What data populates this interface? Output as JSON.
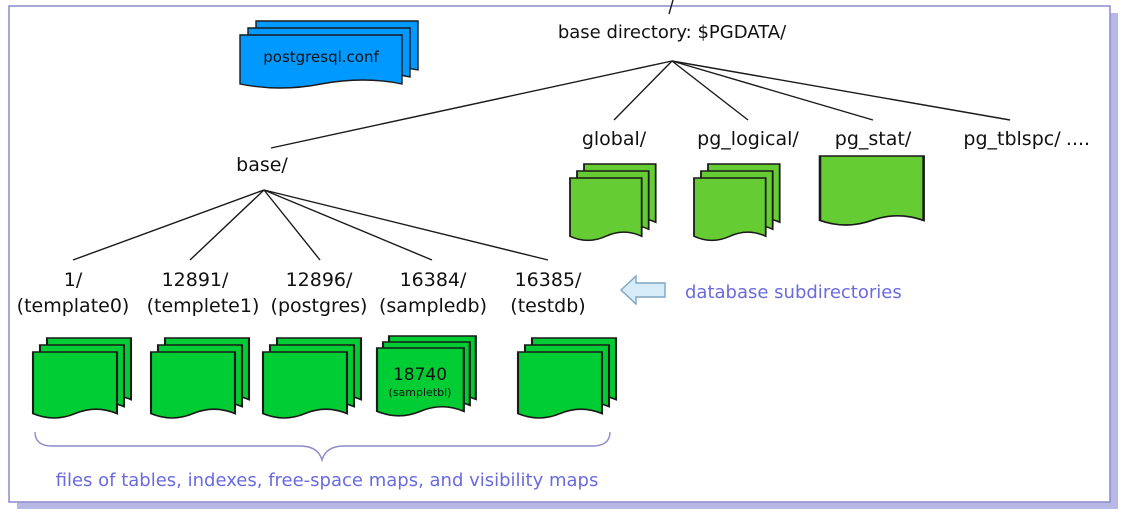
{
  "root": {
    "label": "base directory:  $PGDATA/"
  },
  "config_file": {
    "label": "postgresql.conf"
  },
  "base_dir": {
    "label": "base/"
  },
  "top_dirs": [
    {
      "label": "global/"
    },
    {
      "label": "pg_logical/"
    },
    {
      "label": "pg_stat/"
    },
    {
      "label": "pg_tblspc/"
    },
    {
      "label": "...."
    }
  ],
  "databases": [
    {
      "oid": "1/",
      "name": "(template0)"
    },
    {
      "oid": "12891/",
      "name": "(templete1)"
    },
    {
      "oid": "12896/",
      "name": "(postgres)"
    },
    {
      "oid": "16384/",
      "name": "(sampledb)"
    },
    {
      "oid": "16385/",
      "name": "(testdb)"
    }
  ],
  "table_file": {
    "oid": "18740",
    "name": "(sampletbl)"
  },
  "db_subdirs_note": "database subdirectories",
  "files_note": "files of tables, indexes, free-space maps, and visibility maps",
  "colors": {
    "frame_border": "#8c8ccc",
    "frame_shadow": "#b8b8e6",
    "green_file": "#00cc33",
    "light_green_file": "#66cc33",
    "blue_file": "#0099ff",
    "note_text": "#6a6ae0",
    "arrow_fill": "#d6ecf8",
    "arrow_stroke": "#7fa6c2"
  }
}
